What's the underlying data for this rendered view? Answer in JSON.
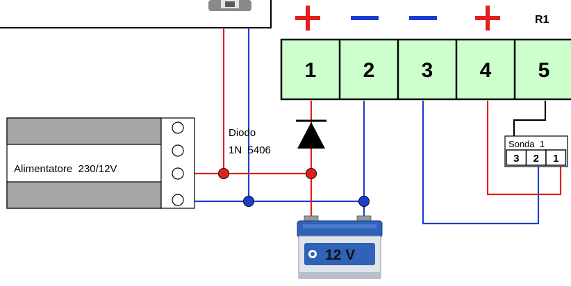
{
  "relay": {
    "name": "R1",
    "terminals": [
      {
        "number": "1",
        "polarity": "+"
      },
      {
        "number": "2",
        "polarity": "-"
      },
      {
        "number": "3",
        "polarity": "-"
      },
      {
        "number": "4",
        "polarity": "+"
      },
      {
        "number": "5",
        "polarity": ""
      }
    ]
  },
  "power_supply": {
    "label": "Alimentatore  230/12V"
  },
  "diode": {
    "line1": "Diodo",
    "line2": "1N  5406"
  },
  "sensor": {
    "title": "Sonda  1",
    "pins": [
      "3",
      "2",
      "1"
    ]
  },
  "battery": {
    "label": "12 V"
  },
  "colors": {
    "positive": "#e0201a",
    "negative": "#1a3fd0",
    "terminal_fill": "#ccffcc",
    "supply_gray": "#a6a6a6",
    "battery_blue": "#2f62b8"
  }
}
